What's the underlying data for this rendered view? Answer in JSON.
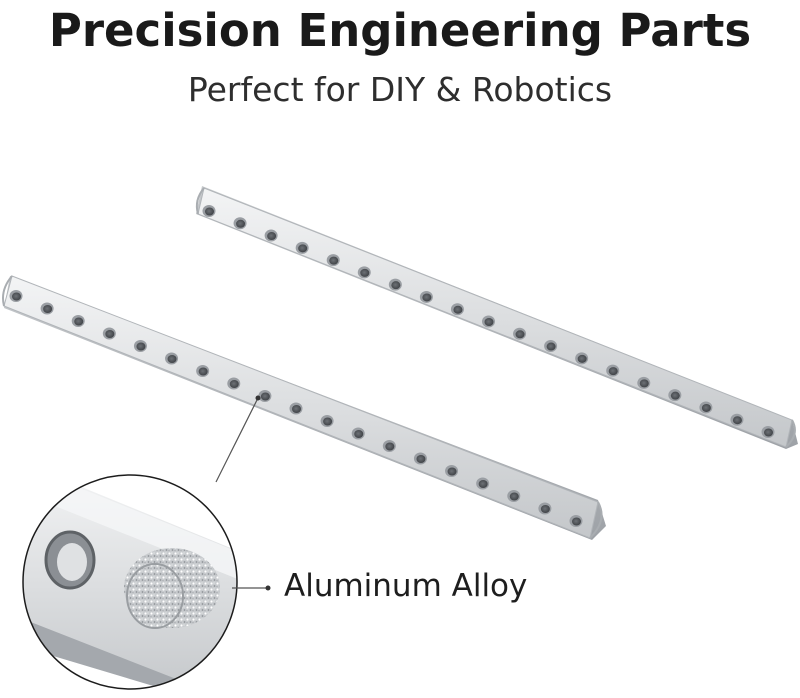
{
  "header": {
    "title": "Precision Engineering Parts",
    "subtitle": "Perfect for DIY & Robotics"
  },
  "callout": {
    "label": "Aluminum Alloy"
  },
  "product": {
    "bar_count": 2,
    "holes_per_bar": 19,
    "material_color": "#d4d6d9",
    "edge_color": "#a7abb0"
  }
}
